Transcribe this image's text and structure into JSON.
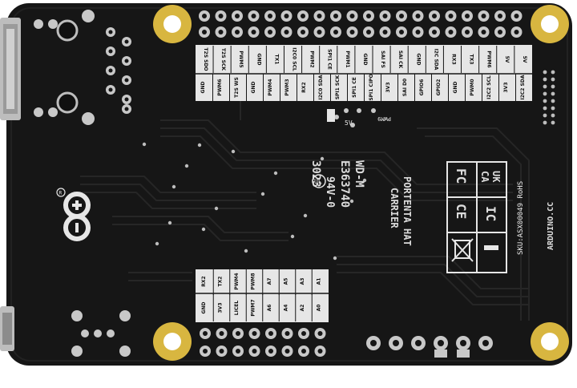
{
  "board": {
    "colors": {
      "pcb": "#161616",
      "silk": "#e6e6e6",
      "gold": "#d8b640",
      "trace": "#2a2a2a",
      "pin": "#c8c8c8",
      "connector": "#bdbdbd"
    },
    "header_top": {
      "upper_labels": [
        "T2S SDO",
        "T2S SCK",
        "PWM5",
        "GND",
        "TX1",
        "I2C0 SCL",
        "PWM2",
        "SPI1 CE",
        "PWM1",
        "GND",
        "SAI FS",
        "SAI CK",
        "GND",
        "I2C SDA",
        "RX3",
        "TX3",
        "PWM6",
        "5V",
        "5V"
      ],
      "lower_labels": [
        "GND",
        "PWM6",
        "T2S WS",
        "GND",
        "PWM4",
        "PWM3",
        "RX2",
        "I2C0 SDA",
        "SPI1 SCK",
        "SPI1 CE",
        "SPI1 CIPO",
        "3V3",
        "SAI D0",
        "GPIO6",
        "GPIO2",
        "GND",
        "PWM0",
        "I2C2 SCL",
        "3V3",
        "I2C2 SDA"
      ]
    },
    "header_bottom": {
      "upper_labels": [
        "RX2",
        "TX2",
        "PWM4",
        "PWM8",
        "A7",
        "A5",
        "A3",
        "A1"
      ],
      "lower_labels": [
        "GND",
        "3V3",
        "LICEL",
        "PWM7",
        "A6",
        "A4",
        "A2",
        "A0"
      ]
    },
    "small_labels": {
      "five_v": "5V",
      "pwm9": "PWM9"
    },
    "markings": {
      "model": "WD-M",
      "cert_id": "E363740",
      "ul_rating": "94V-0",
      "year": "3023",
      "product_line1": "PORTENTA HAT",
      "product_line2": "CARRIER",
      "site": "ARDUINO.CC",
      "sku": "SKU:ASX00049 RoHS",
      "uk_mark": "UK",
      "ca_mark": "CA",
      "ic_mark": "IC",
      "ce_mark": "CE",
      "registered_mark": "R"
    },
    "icons": [
      "fcc-logo-icon",
      "ukca-mark-icon",
      "ce-mark-icon",
      "ic-mark-icon",
      "weee-bin-icon",
      "arduino-logo-icon",
      "ul-logo-icon"
    ]
  }
}
